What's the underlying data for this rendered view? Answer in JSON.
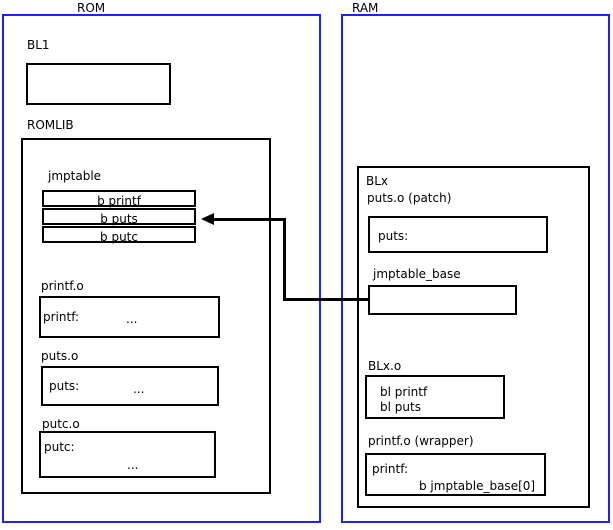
{
  "diagram": {
    "title_rom": "ROM",
    "title_ram": "RAM",
    "colors": {
      "region_border": "#2222ee",
      "box_border": "#000000",
      "background": "#ffffff",
      "text": "#000000"
    }
  },
  "rom": {
    "label": "ROM",
    "bl1": {
      "label": "BL1",
      "body": ""
    },
    "romlib": {
      "label": "ROMLIB",
      "jmptable": {
        "label": "jmptable",
        "rows": [
          "b printf",
          "b puts",
          "b putc"
        ]
      },
      "objects": [
        {
          "label": "printf.o",
          "symbol": "printf:",
          "ellipsis": "..."
        },
        {
          "label": "puts.o",
          "symbol": "puts:",
          "ellipsis": "..."
        },
        {
          "label": "putc.o",
          "symbol": "putc:",
          "ellipsis": "..."
        }
      ]
    }
  },
  "ram": {
    "label": "RAM",
    "blx": {
      "label": "BLx",
      "puts_patch": {
        "label": "puts.o (patch)",
        "symbol": "puts:"
      },
      "jmptable_base": {
        "label": "jmptable_base",
        "body": ""
      },
      "blx_o": {
        "label": "BLx.o",
        "line1": "bl printf",
        "line2": "bl puts"
      },
      "printf_wrapper": {
        "label": "printf.o (wrapper)",
        "symbol": "printf:",
        "instruction": "b jmptable_base[0]"
      }
    }
  },
  "connector": {
    "name": "jmptable-base-to-b-puts-arrow",
    "from": "jmptable_base",
    "to": "b puts"
  }
}
